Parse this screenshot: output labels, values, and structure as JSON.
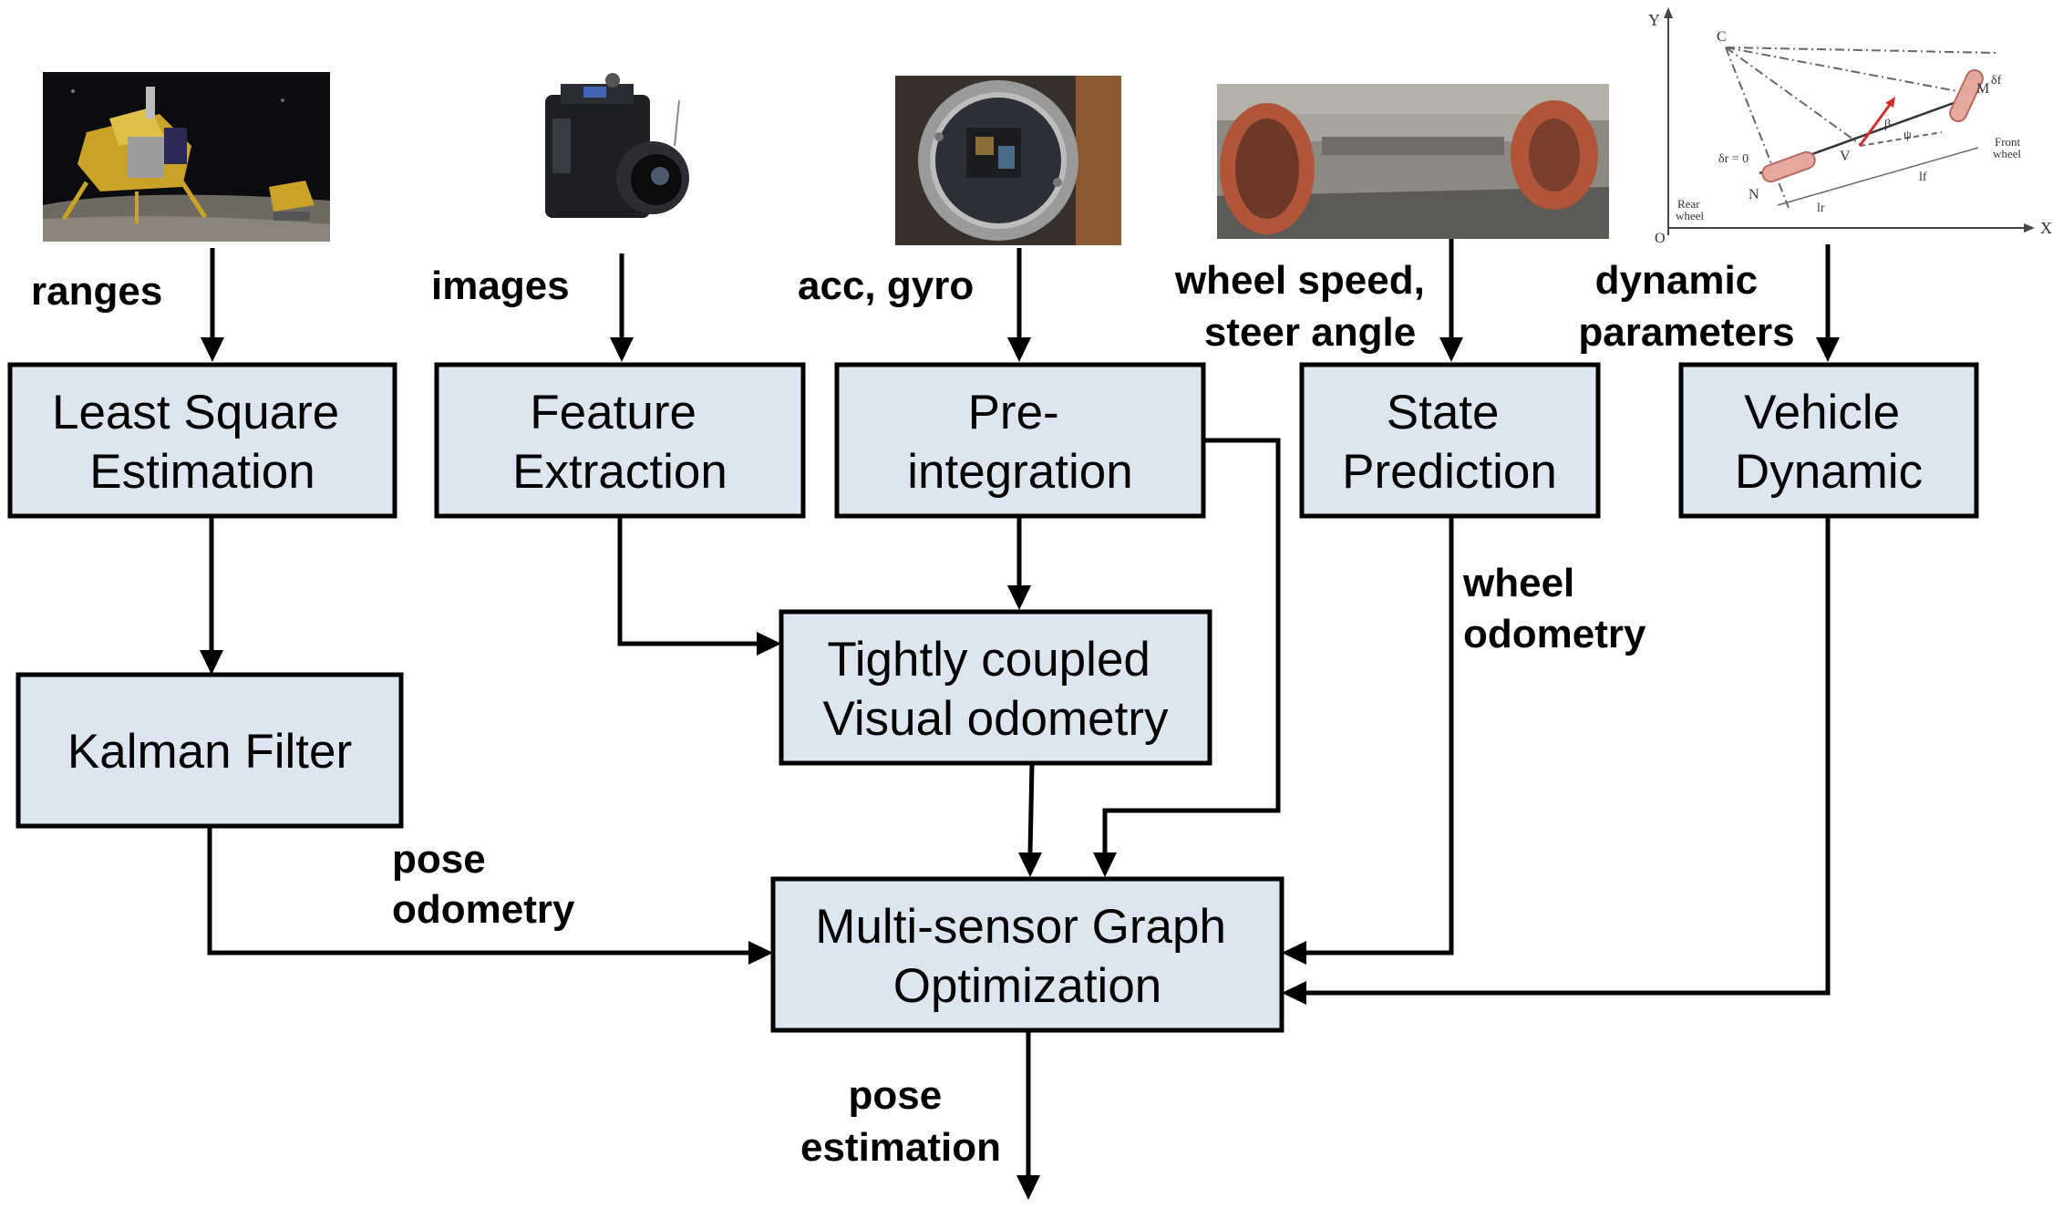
{
  "boxes": {
    "lse": [
      "Least Square",
      "Estimation"
    ],
    "fe": [
      "Feature",
      "Extraction"
    ],
    "pi": [
      "Pre-",
      "integration"
    ],
    "sp": [
      "State",
      "Prediction"
    ],
    "vd": [
      "Vehicle",
      "Dynamic"
    ],
    "kf": [
      "Kalman Filter"
    ],
    "tcvo": [
      "Tightly coupled",
      "Visual odometry"
    ],
    "msgo": [
      "Multi-sensor Graph",
      "Optimization"
    ]
  },
  "labels": {
    "ranges": "ranges",
    "images": "images",
    "acc_gyro": "acc, gyro",
    "wheel_speed": [
      "wheel speed,",
      "steer angle"
    ],
    "dynamic_params": [
      "dynamic",
      "parameters"
    ],
    "wheel_odometry": [
      "wheel",
      "odometry"
    ],
    "pose_odometry": [
      "pose",
      "odometry"
    ],
    "pose_estimation": [
      "pose",
      "estimation"
    ]
  },
  "vehicle_model_figure": {
    "axis_y": "Y",
    "axis_x": "X",
    "origin": "O",
    "point_c": "C",
    "point_m": "M",
    "point_v": "V",
    "point_n": "N",
    "rear_wheel": [
      "Rear",
      "wheel"
    ],
    "front_wheel": [
      "Front",
      "wheel"
    ],
    "delta_r": "δr = 0",
    "delta_f": "δf",
    "beta": "β",
    "psi": "ψ",
    "l_r": "lr",
    "l_f": "lf"
  },
  "colors": {
    "box_fill": "#dce6f1",
    "stroke": "#000000",
    "moon_sky": "#0b0c10",
    "rover_orange": "#b0553a",
    "heading_arrow": "#d2302c"
  }
}
